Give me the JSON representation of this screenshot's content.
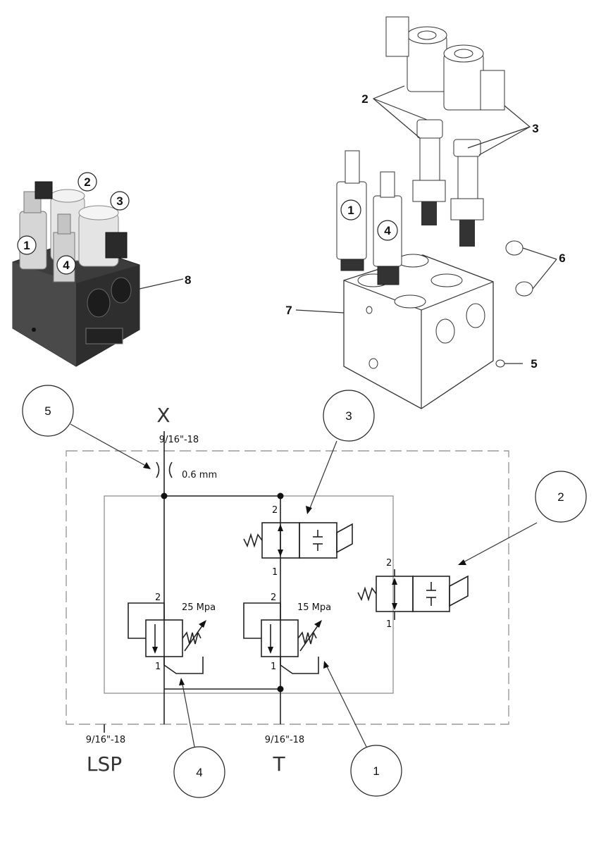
{
  "photo_callouts": [
    "1",
    "2",
    "3",
    "4",
    "8"
  ],
  "exploded_callouts": [
    "1",
    "2",
    "3",
    "4",
    "5",
    "6",
    "7"
  ],
  "schematic": {
    "balloons": [
      "5",
      "3",
      "2",
      "4",
      "1"
    ],
    "port_x": "X",
    "port_lsp": "LSP",
    "port_t": "T",
    "thread_x": "9/16\"-18",
    "thread_lsp": "9/16\"-18",
    "thread_t": "9/16\"-18",
    "orifice": "0.6 mm",
    "relief_left_setting": "25 Mpa",
    "relief_right_setting": "15 Mpa",
    "port_numbers": {
      "one": "1",
      "two": "2"
    }
  }
}
